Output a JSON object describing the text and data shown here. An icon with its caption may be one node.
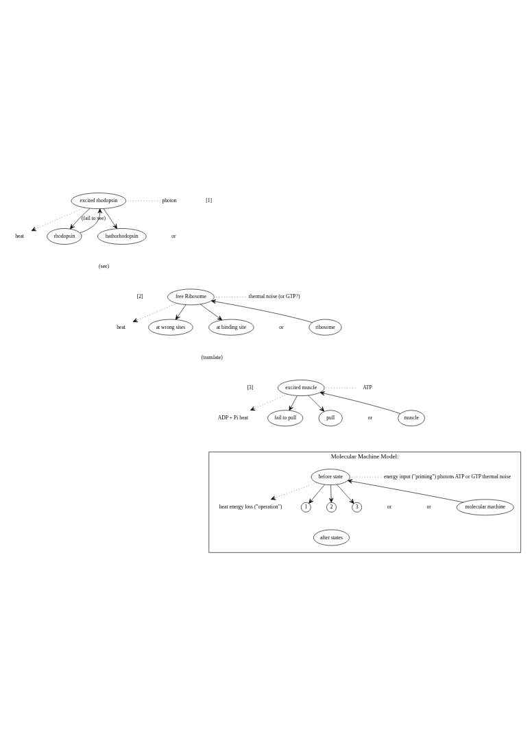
{
  "diagram": {
    "nodes": [
      {
        "text": [
          "excited rhodopsin"
        ]
      },
      {
        "text": [
          "photon"
        ]
      },
      {
        "text": [
          "heat"
        ]
      },
      {
        "text": [
          "rhodopsin"
        ]
      },
      {
        "text": [
          "bathorhodopsin"
        ],
        "beside": [
          "(see)"
        ]
      },
      {
        "text": [
          "free Ribosome"
        ]
      },
      {
        "text": [
          "thermal noise (or GTP?)"
        ]
      },
      {
        "text": [
          "heat"
        ]
      },
      {
        "text": [
          "ribosome"
        ]
      },
      {
        "text": [
          "at wrong sites"
        ]
      },
      {
        "text": [
          "at binding site"
        ],
        "beside": [
          "(translate)"
        ]
      },
      {
        "text": [
          "excited muscle"
        ]
      },
      {
        "text": [
          "ATP"
        ]
      },
      {
        "text": [
          "ADP + Pi heat"
        ]
      },
      {
        "text": [
          "muscle"
        ]
      },
      {
        "text": [
          "fail to pull"
        ]
      },
      {
        "text": [
          "pull"
        ]
      },
      {
        "text": [
          "Molecular Machine Model:"
        ]
      },
      {
        "text": [
          "energy input (\"priming\") photons ATP or GTP thermal noise"
        ],
        "in": 17
      },
      {
        "text": [
          "before state"
        ],
        "in": 17
      },
      {
        "text": [
          "heat energy loss (\"operation\")"
        ],
        "in": 17
      },
      {
        "text": [
          "molecular machine"
        ],
        "in": 17
      },
      {
        "text": [
          "1"
        ],
        "in": 17
      },
      {
        "text": [
          "2"
        ],
        "in": 17
      },
      {
        "text": [
          "3"
        ],
        "in": 17
      },
      {
        "text": [
          "after states"
        ],
        "in": 17
      }
    ],
    "edges": [
      {
        "from": 3,
        "to": 0,
        "arrow": "to"
      },
      {
        "from": 1,
        "to": 0,
        "arrow": "none",
        "style": "dashed"
      },
      {
        "from": 0,
        "to": 2,
        "arrow": "to",
        "style": "dashed"
      },
      {
        "from": 0,
        "to": 3,
        "arrow": "to",
        "label": "(fail to see)"
      },
      {
        "from": 0,
        "to": 4,
        "arrow": "to"
      },
      {
        "from": 8,
        "to": 5,
        "arrow": "to"
      },
      {
        "from": 6,
        "to": 5,
        "arrow": "none",
        "style": "dashed"
      },
      {
        "from": 5,
        "to": 7,
        "arrow": "to",
        "style": "dashed"
      },
      {
        "from": 5,
        "to": 9,
        "arrow": "to"
      },
      {
        "from": 5,
        "to": 10,
        "arrow": "to"
      },
      {
        "from": 14,
        "to": 11,
        "arrow": "to"
      },
      {
        "from": 12,
        "to": 11,
        "arrow": "none",
        "style": "dashed"
      },
      {
        "from": 11,
        "to": 13,
        "arrow": "to",
        "style": "dashed"
      },
      {
        "from": 11,
        "to": 15,
        "arrow": "to"
      },
      {
        "from": 11,
        "to": 16,
        "arrow": "to"
      },
      {
        "from": 21,
        "to": 19,
        "arrow": "to"
      },
      {
        "from": 18,
        "to": 19,
        "arrow": "none",
        "style": "dashed"
      },
      {
        "from": 19,
        "to": 20,
        "arrow": "to",
        "style": "dashed"
      },
      {
        "from": 19,
        "to": 22,
        "arrow": "to"
      },
      {
        "from": 19,
        "to": 23,
        "arrow": "to"
      },
      {
        "from": 19,
        "to": 24,
        "arrow": "to"
      }
    ],
    "labels": [
      "[1]",
      "or",
      "[2]",
      "or",
      "[3]",
      "or",
      "or",
      "or"
    ]
  }
}
